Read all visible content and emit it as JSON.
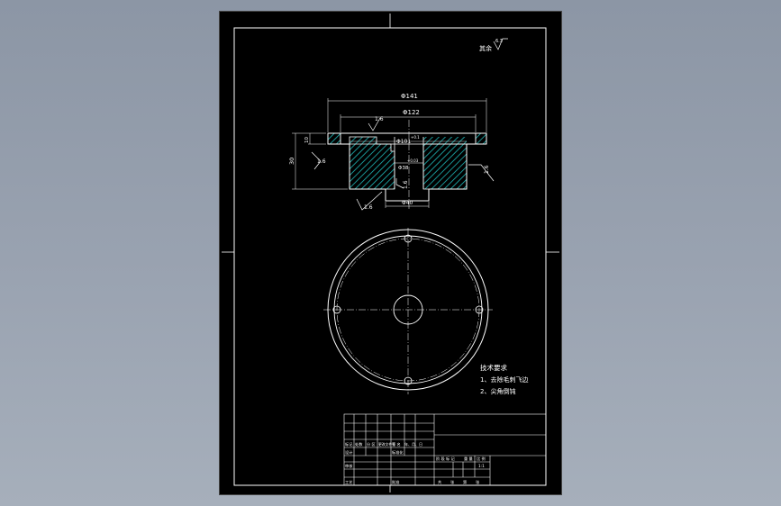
{
  "drawing": {
    "roughness_note": "其余",
    "roughness_note_value": "6.3",
    "dims": {
      "d_outer": "Φ141",
      "d_mid": "Φ122",
      "d_hub": "Φ101",
      "d_hub_tol": "+0.1",
      "d_small": "Φ38",
      "d_small_tol": "+0.03",
      "d_bottom": "Φ40",
      "h_total": "30",
      "h_flange": "10"
    },
    "roughness_values": [
      "1.6",
      "1.6",
      "1.6",
      "1.6",
      "1.6"
    ],
    "tech_req_title": "技术要求",
    "tech_req_items": [
      "1、去除毛刺飞边",
      "2、尖角倒钝"
    ]
  },
  "title_block": {
    "row_labels": [
      "标记",
      "处数",
      "分 区",
      "更改文件号",
      "签 名",
      "年、月、日"
    ],
    "labels_left": [
      "设计",
      "标准化",
      "审核",
      "工艺",
      "批准"
    ],
    "labels_right": [
      "阶 段 标 记",
      "重 量",
      "比 例"
    ],
    "scale_value": "1:1",
    "sheet_info": [
      "共",
      "张",
      "第",
      "张"
    ]
  }
}
